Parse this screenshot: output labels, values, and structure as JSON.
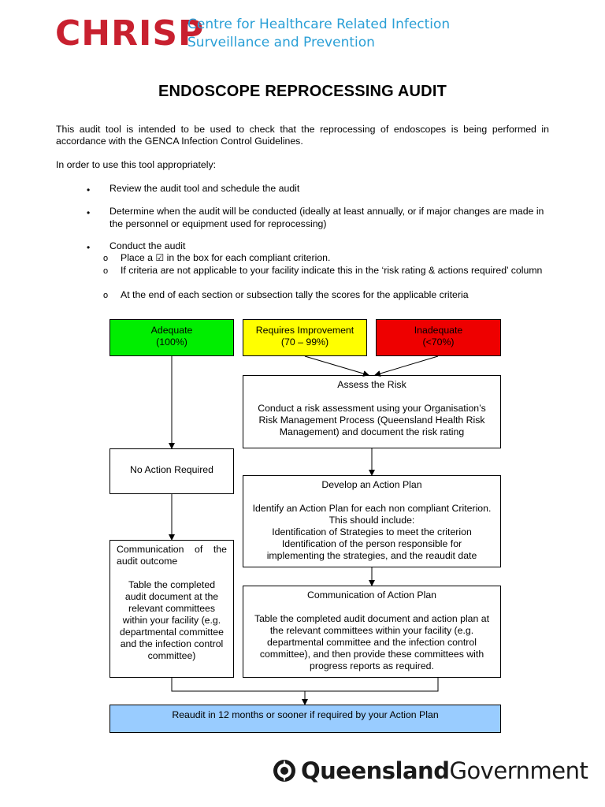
{
  "header": {
    "logo_word": "CHRISP",
    "logo_line1": "Centre for Healthcare Related Infection",
    "logo_line2": "Surveillance and Prevention"
  },
  "title": "ENDOSCOPE REPROCESSING AUDIT",
  "intro": "This audit tool is intended to be used to check that the reprocessing of endoscopes is being performed in accordance with the GENCA Infection Control Guidelines.",
  "use_line": "In order to use this tool appropriately:",
  "bullets": [
    "Review the audit tool and schedule the audit",
    "Determine when the audit will be conducted (ideally at least annually, or if major changes are made in the personnel or equipment used for reprocessing)",
    "Conduct the audit"
  ],
  "sub_bullets": {
    "place_a": "Place a",
    "check_glyph": "☑",
    "place_rest": "in the box for each compliant criterion.",
    "item2": "If criteria are not applicable to your facility indicate this in the ‘risk rating & actions required’ column",
    "item3": "At the end of each section or subsection tally the scores for the applicable criteria"
  },
  "flowchart": {
    "adequate": {
      "label": "Adequate",
      "range": "(100%)",
      "color": "#00ee00"
    },
    "requires": {
      "label": "Requires Improvement",
      "range": "(70 – 99%)",
      "color": "#ffff00"
    },
    "inadequate": {
      "label": "Inadequate",
      "range": "(<70%)",
      "color": "#ee0000"
    },
    "assess": {
      "title": "Assess the Risk",
      "body": "Conduct a risk assessment using your Organisation’s Risk Management Process (Queensland Health Risk Management) and document the risk rating"
    },
    "no_action": "No Action Required",
    "develop": {
      "title": "Develop an Action Plan",
      "line1": "Identify an Action Plan for each non compliant Criterion.",
      "line2": "This should include:",
      "line3": "Identification of Strategies to meet the criterion",
      "line4": "Identification of the person responsible for implementing the strategies, and the reaudit date"
    },
    "comm_outcome": {
      "title": "Communication of the audit outcome",
      "body": "Table the completed audit document at the relevant committees within your facility (e.g. departmental committee and the infection control committee)"
    },
    "comm_plan": {
      "title": "Communication of Action Plan",
      "body": "Table the completed audit document and action plan at the relevant committees within your facility (e.g. departmental committee and the infection control committee), and then provide these committees with progress reports as required."
    },
    "reaudit": {
      "label": "Reaudit in 12 months or sooner if required by your Action Plan",
      "color": "#99ccff"
    }
  },
  "footer": {
    "brand_bold": "Queensland",
    "brand_regular": "Government"
  }
}
